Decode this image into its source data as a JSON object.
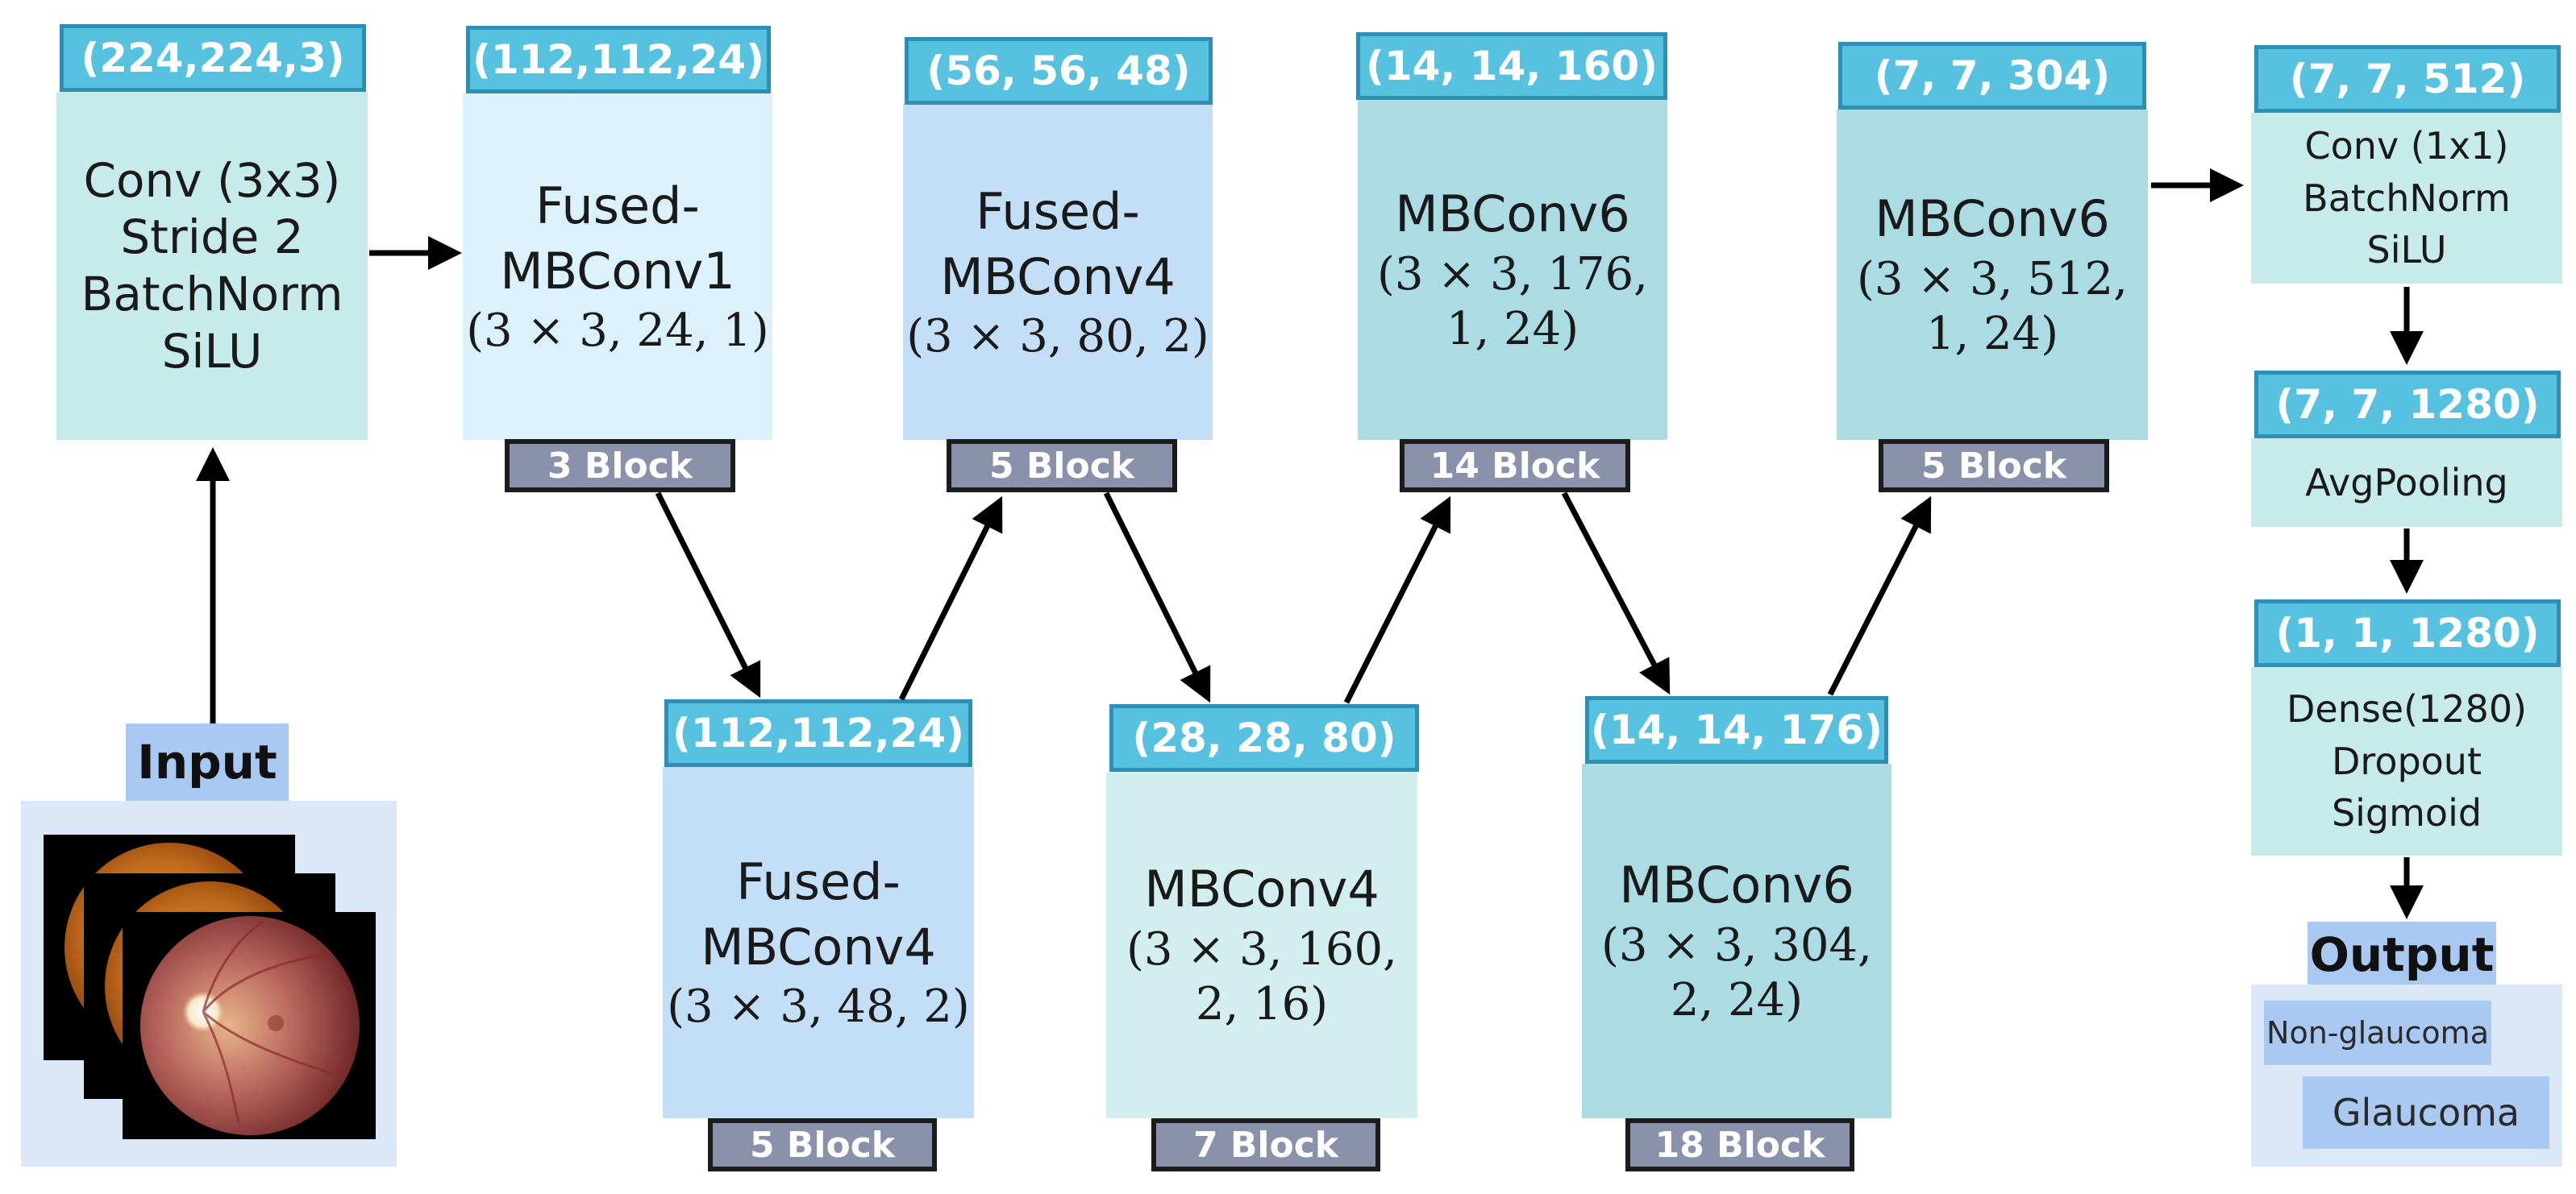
{
  "stem": {
    "shape": "(224,224,3)",
    "lines": [
      "Conv (3x3)",
      "Stride 2",
      "BatchNorm",
      "SiLU"
    ]
  },
  "top_stages": [
    {
      "shape": "(112,112,24)",
      "title_lines": [
        "Fused-",
        "MBConv1"
      ],
      "params": "(3 × 3, 24, 1)",
      "blocks": "3 Block"
    },
    {
      "shape": "(56, 56, 48)",
      "title_lines": [
        "Fused-",
        "MBConv4"
      ],
      "params": "(3 × 3, 80, 2)",
      "blocks": "5 Block"
    },
    {
      "shape": "(14, 14, 160)",
      "title_lines": [
        "MBConv6"
      ],
      "params": "(3 × 3, 176,\n1, 24)",
      "blocks": "14 Block"
    },
    {
      "shape": "(7, 7, 304)",
      "title_lines": [
        "MBConv6"
      ],
      "params": "(3 × 3, 512,\n1, 24)",
      "blocks": "5 Block"
    }
  ],
  "bottom_stages": [
    {
      "shape": "(112,112,24)",
      "title_lines": [
        "Fused-",
        "MBConv4"
      ],
      "params": "(3 × 3, 48, 2)",
      "blocks": "5 Block"
    },
    {
      "shape": "(28, 28, 80)",
      "title_lines": [
        "MBConv4"
      ],
      "params": "(3 × 3, 160,\n2, 16)",
      "blocks": "7 Block"
    },
    {
      "shape": "(14, 14, 176)",
      "title_lines": [
        "MBConv6"
      ],
      "params": "(3 × 3, 304,\n2, 24)",
      "blocks": "18 Block"
    }
  ],
  "head": [
    {
      "shape": "(7, 7, 512)",
      "lines": [
        "Conv (1x1)",
        "BatchNorm",
        "SiLU"
      ]
    },
    {
      "shape": "(7, 7, 1280)",
      "lines": [
        "AvgPooling"
      ]
    },
    {
      "shape": "(1, 1, 1280)",
      "lines": [
        "Dense(1280)",
        "Dropout",
        "Sigmoid"
      ]
    }
  ],
  "input": {
    "label": "Input"
  },
  "output": {
    "label": "Output",
    "classes": [
      "Non-glaucoma",
      "Glaucoma"
    ]
  }
}
